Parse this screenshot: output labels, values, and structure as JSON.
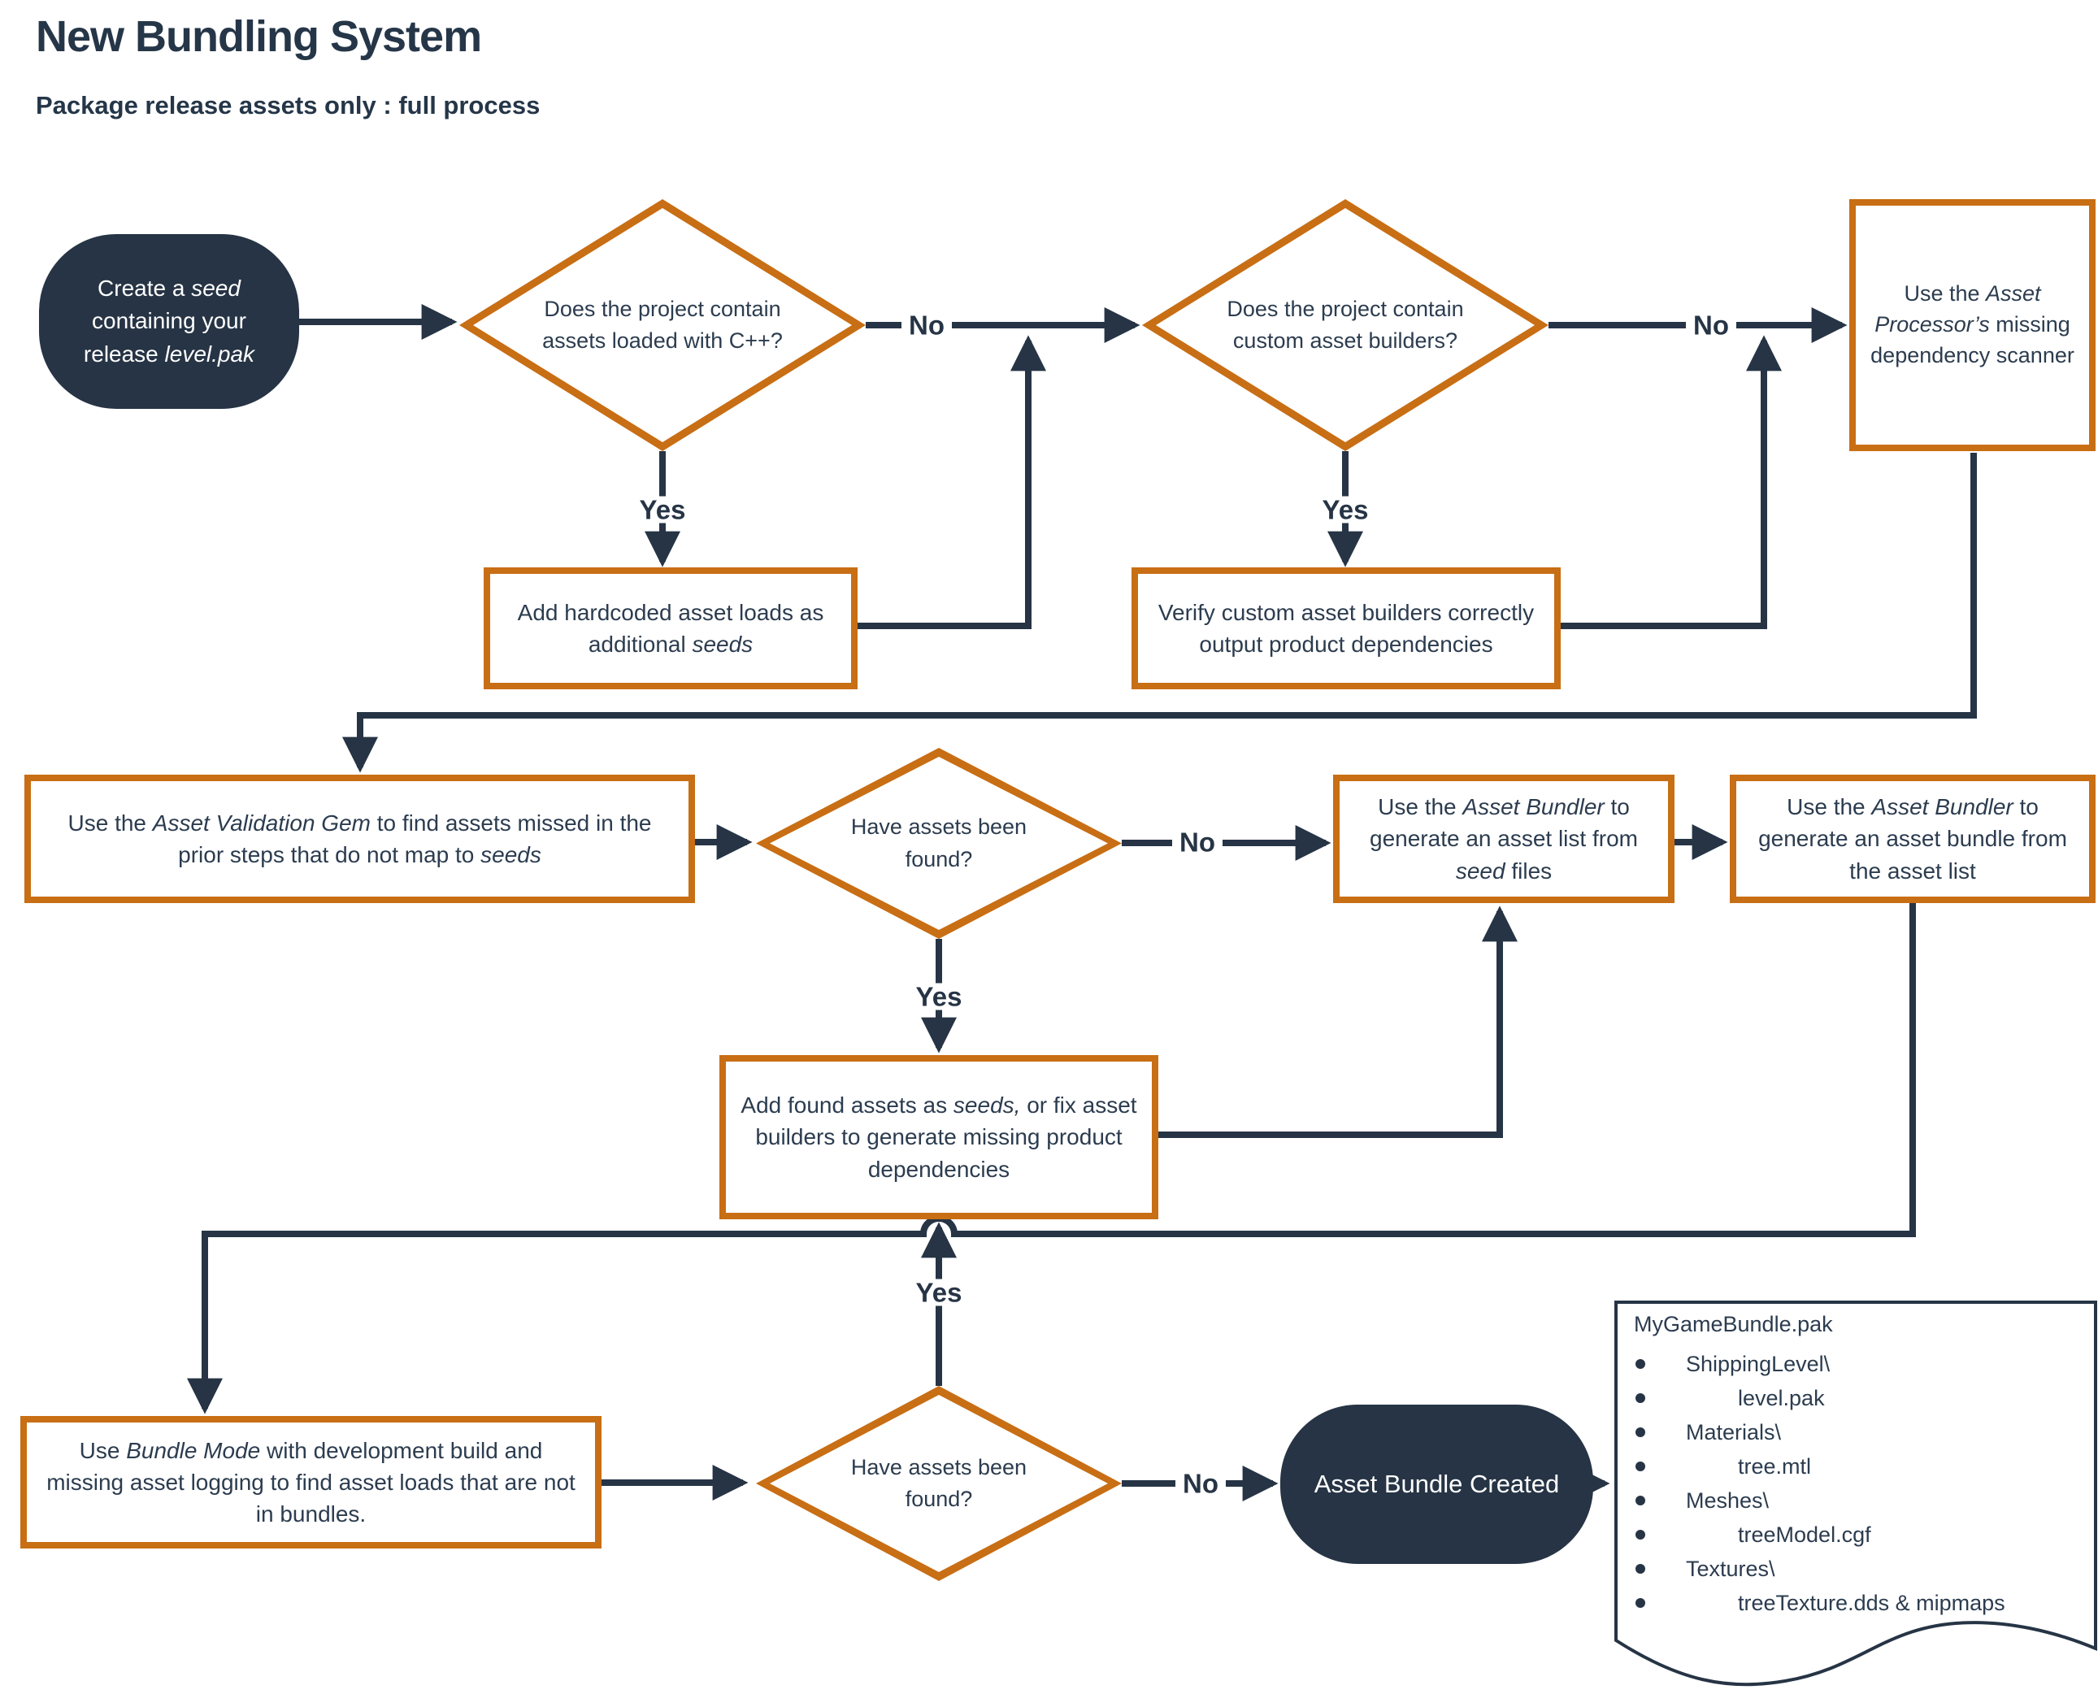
{
  "colors": {
    "navy": "#263445",
    "orange": "#C86E14",
    "background": "#ffffff"
  },
  "header": {
    "title": "New Bundling System",
    "subtitle": "Package release assets only : full process"
  },
  "nodes": {
    "start": {
      "rich": [
        {
          "t": "Create a "
        },
        {
          "t": "seed",
          "i": true
        },
        {
          "t": " containing your release "
        },
        {
          "t": "level.pak",
          "i": true
        }
      ]
    },
    "diamond_cpp": {
      "text": "Does the project contain assets loaded with C++?"
    },
    "box_add_hardcoded": {
      "rich": [
        {
          "t": "Add hardcoded asset loads as additional "
        },
        {
          "t": "seeds",
          "i": true
        }
      ]
    },
    "diamond_builders": {
      "text": "Does the project contain custom asset builders?"
    },
    "box_verify": {
      "text": "Verify custom asset builders correctly output product dependencies"
    },
    "box_scanner": {
      "rich": [
        {
          "t": "Use the "
        },
        {
          "t": "Asset Processor’s",
          "i": true
        },
        {
          "t": " missing dependency scanner"
        }
      ]
    },
    "box_validation": {
      "rich": [
        {
          "t": "Use the "
        },
        {
          "t": "Asset Validation Gem",
          "i": true
        },
        {
          "t": " to find assets missed in the prior steps that do not map to "
        },
        {
          "t": "seeds",
          "i": true
        }
      ]
    },
    "diamond_found_mid": {
      "text": "Have assets been found?"
    },
    "box_asset_list": {
      "rich": [
        {
          "t": "Use the "
        },
        {
          "t": "Asset Bundler",
          "i": true
        },
        {
          "t": " to generate an asset list from "
        },
        {
          "t": "seed",
          "i": true
        },
        {
          "t": " files"
        }
      ]
    },
    "box_asset_bundle": {
      "rich": [
        {
          "t": "Use the "
        },
        {
          "t": "Asset Bundler",
          "i": true
        },
        {
          "t": " to generate an asset bundle from the asset list"
        }
      ]
    },
    "box_add_found": {
      "rich": [
        {
          "t": "Add found assets as "
        },
        {
          "t": "seeds,",
          "i": true
        },
        {
          "t": " or fix asset builders to generate missing product dependencies"
        }
      ]
    },
    "box_bundle_mode": {
      "rich": [
        {
          "t": "Use "
        },
        {
          "t": "Bundle Mode",
          "i": true
        },
        {
          "t": " with development build and missing asset logging to find asset loads that are not in bundles."
        }
      ]
    },
    "diamond_found_bottom": {
      "text": "Have assets been found?"
    },
    "end": {
      "text": "Asset Bundle Created"
    }
  },
  "edge_labels": {
    "yes_cpp": "Yes",
    "no_cpp": "No",
    "yes_builders": "Yes",
    "no_builders": "No",
    "yes_found_mid": "Yes",
    "no_found_mid": "No",
    "yes_found_bottom": "Yes",
    "no_found_bottom": "No"
  },
  "document": {
    "title": "MyGameBundle.pak",
    "items": [
      {
        "text": "ShippingLevel\\",
        "level": 1
      },
      {
        "text": "level.pak",
        "level": 2
      },
      {
        "text": "Materials\\",
        "level": 1
      },
      {
        "text": "tree.mtl",
        "level": 2
      },
      {
        "text": "Meshes\\",
        "level": 1
      },
      {
        "text": "treeModel.cgf",
        "level": 2
      },
      {
        "text": "Textures\\",
        "level": 1
      },
      {
        "text": "treeTexture.dds & mipmaps",
        "level": 2
      }
    ]
  }
}
